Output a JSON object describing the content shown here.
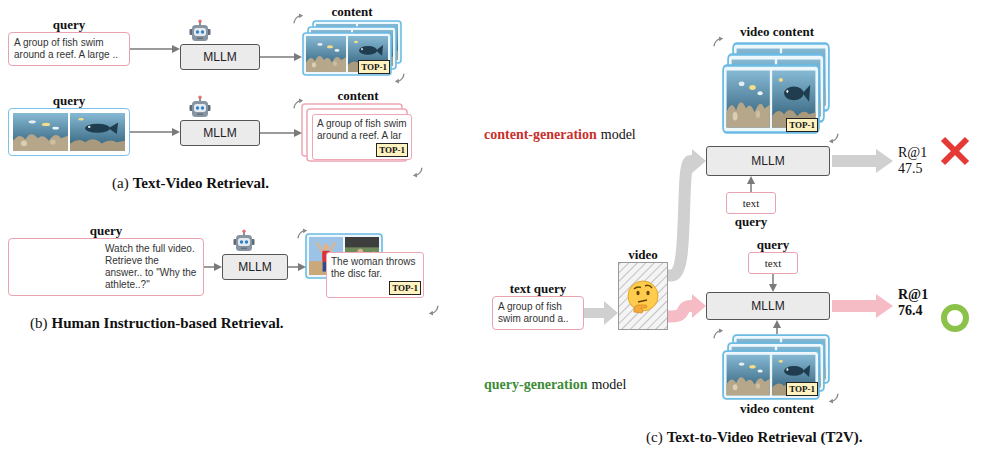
{
  "diagram": {
    "nodes": [
      {
        "text": [
          "query",
          "A group of fish swim around a reef. A large .."
        ]
      },
      {
        "text": [
          "MLLM"
        ]
      },
      {
        "text": [
          "content"
        ]
      },
      {
        "text": [
          "TOP-1"
        ],
        "in": 2
      },
      {
        "text": [
          "query"
        ]
      },
      {
        "text": [
          "MLLM"
        ]
      },
      {
        "text": [
          "content",
          "A group of fish swim around a reef. A lar"
        ]
      },
      {
        "text": [
          "TOP-1"
        ],
        "in": 6
      },
      {
        "text": [
          "query",
          "Watch the full video. Retrieve the answer.. to \"Why the athlete..?\""
        ]
      },
      {
        "text": [
          "MLLM"
        ]
      },
      {
        "text": [
          "The woman throws the disc far."
        ]
      },
      {
        "text": [
          "TOP-1"
        ],
        "in": 10
      },
      {
        "text": [
          "text query",
          "A group of fish swim around a.."
        ]
      },
      {
        "text": [
          "video"
        ]
      },
      {
        "text": [
          "MLLM"
        ]
      },
      {
        "text": [
          "text",
          "query"
        ]
      },
      {
        "text": [
          "video content"
        ]
      },
      {
        "text": [
          "TOP-1"
        ],
        "in": 16
      },
      {
        "text": [
          "MLLM"
        ]
      },
      {
        "text": [
          "query",
          "text"
        ]
      },
      {
        "text": [
          "video content"
        ]
      },
      {
        "text": [
          "TOP-1"
        ],
        "in": 20
      }
    ],
    "edges": [
      {
        "from": 0,
        "to": 1,
        "arrow": "to"
      },
      {
        "from": 1,
        "to": 2,
        "arrow": "to"
      },
      {
        "from": 4,
        "to": 5,
        "arrow": "to"
      },
      {
        "from": 5,
        "to": 6,
        "arrow": "to"
      },
      {
        "from": 8,
        "to": 9,
        "arrow": "to"
      },
      {
        "from": 9,
        "to": 10,
        "arrow": "to"
      },
      {
        "from": 12,
        "to": 13,
        "arrow": "to"
      },
      {
        "from": 13,
        "to": 14,
        "arrow": "to"
      },
      {
        "from": 13,
        "to": 18,
        "arrow": "to"
      },
      {
        "from": 15,
        "to": 14,
        "arrow": "to"
      },
      {
        "from": 19,
        "to": 18,
        "arrow": "to"
      },
      {
        "from": 20,
        "to": 18,
        "arrow": "to"
      }
    ],
    "labels": [
      "(a)",
      "Text-Video Retrieval.",
      "(b)",
      "Human Instruction-based Retrieval.",
      "content-generation",
      "model",
      "query-generation",
      "model",
      "R@1",
      "47.5",
      "R@1",
      "76.4",
      "(c)",
      "Text-to-Video Retrieval (T2V)."
    ]
  }
}
